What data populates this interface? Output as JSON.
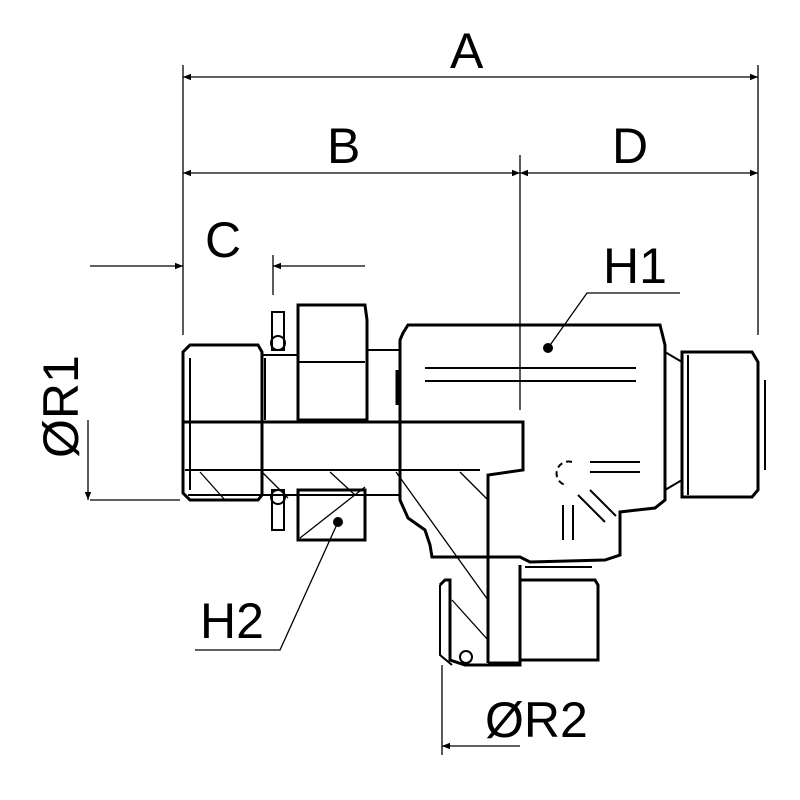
{
  "drawing": {
    "title": "Adjustable tee fitting dimension drawing",
    "labels": {
      "A": "A",
      "B": "B",
      "C": "C",
      "D": "D",
      "H1": "H1",
      "H2": "H2",
      "R1": "ØR1",
      "R2": "ØR2"
    },
    "line_color": "#000000",
    "background": "#ffffff"
  }
}
